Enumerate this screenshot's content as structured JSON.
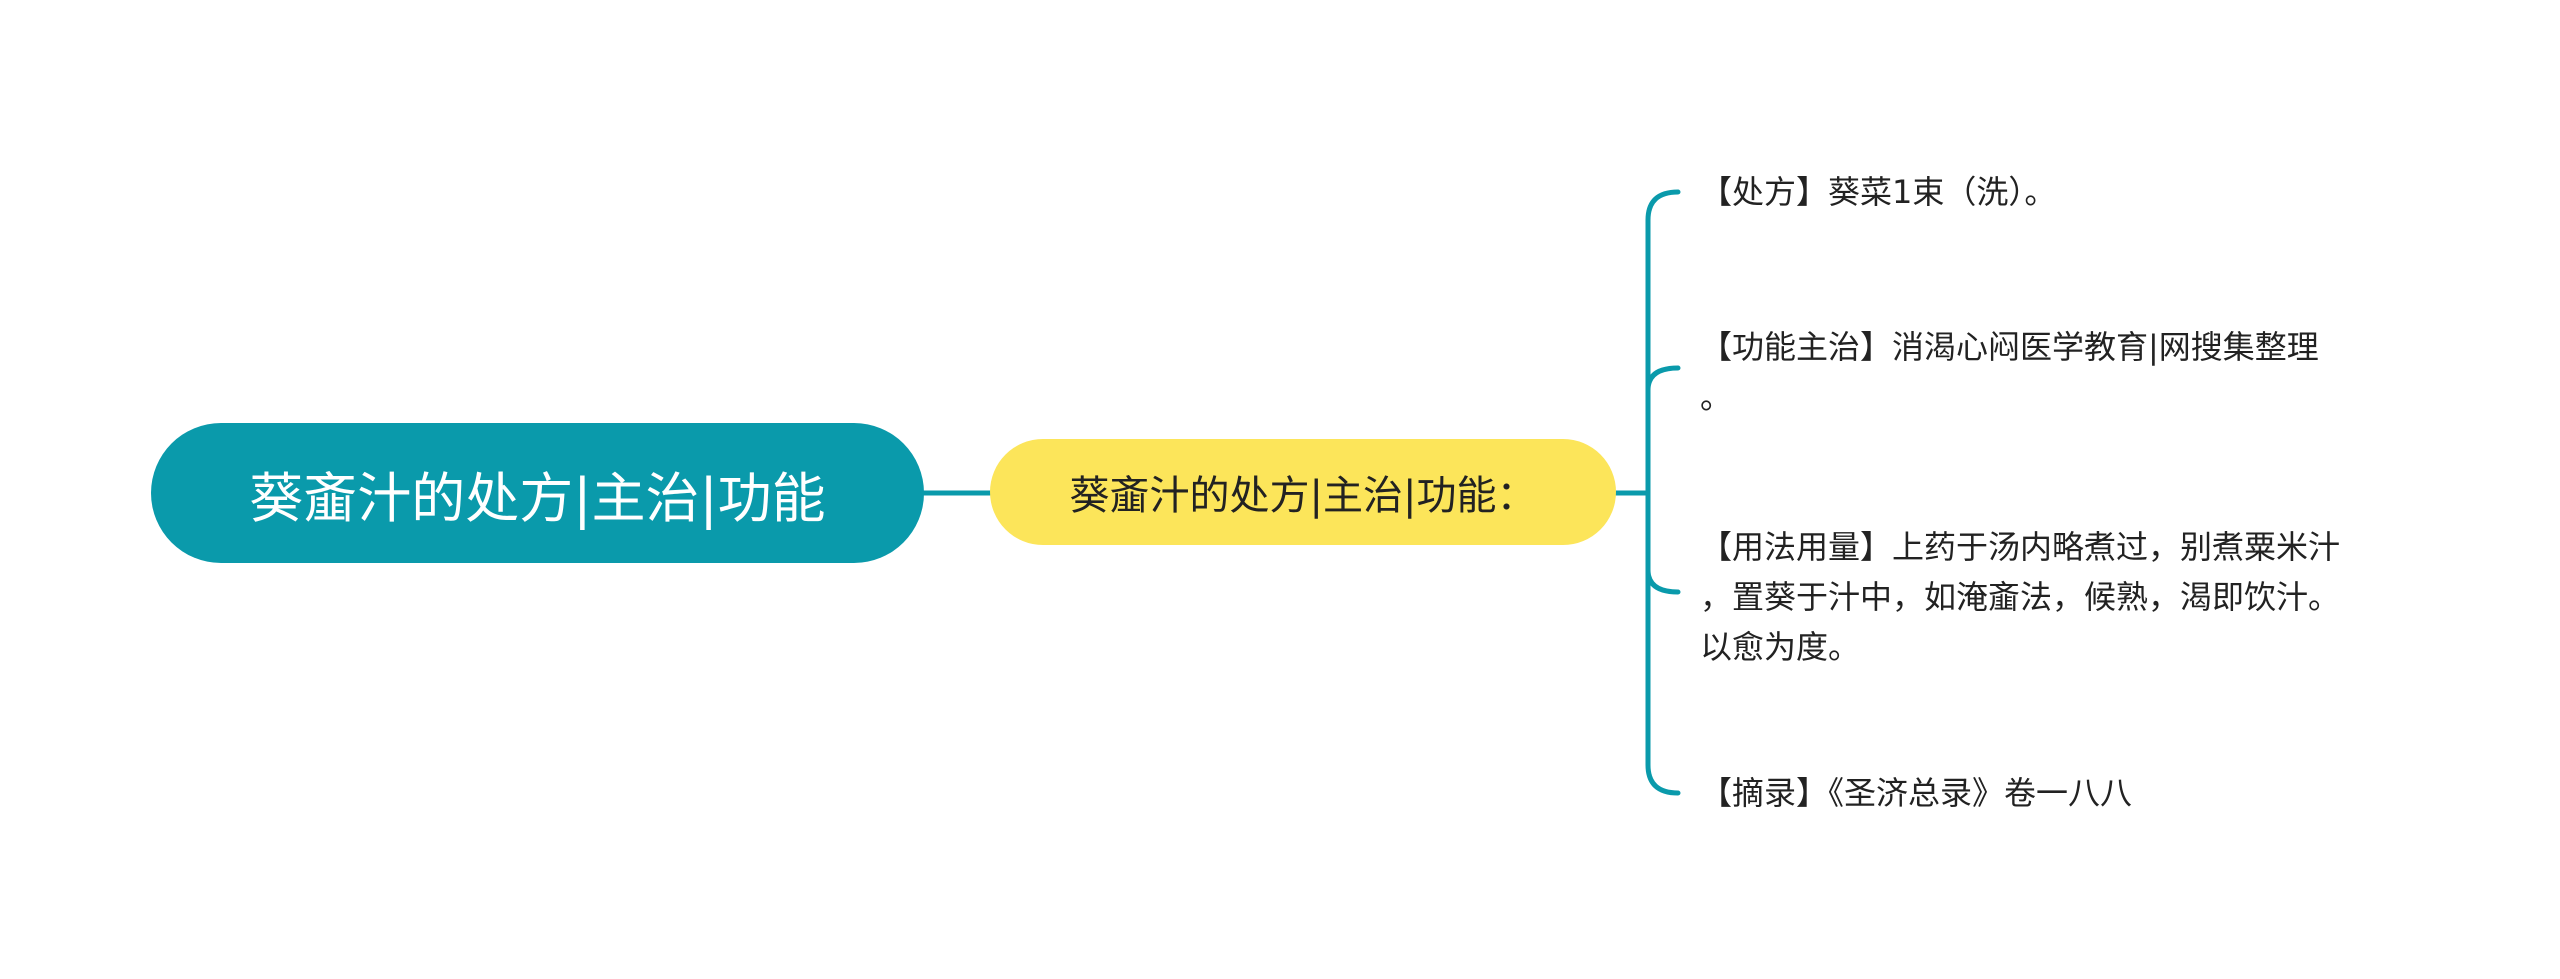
{
  "colors": {
    "root_fill": "#0a9aab",
    "main_fill": "#fce55a",
    "connector": "#0a9aab",
    "text_dark": "#222222",
    "text_light": "#ffffff"
  },
  "root": {
    "label": "葵齑汁的处方|主治|功能"
  },
  "main_topic": {
    "label": "葵齑汁的处方|主治|功能："
  },
  "details": [
    {
      "label": "【处方】葵菜1束（洗）。"
    },
    {
      "label": "【功能主治】消渴心闷医学教育|网搜集整理\n。"
    },
    {
      "label": "【用法用量】上药于汤内略煮过，别煮粟米汁\n，置葵于汁中，如淹齑法，候熟，渴即饮汁。\n以愈为度。"
    },
    {
      "label": "【摘录】《圣济总录》卷一八八"
    }
  ]
}
